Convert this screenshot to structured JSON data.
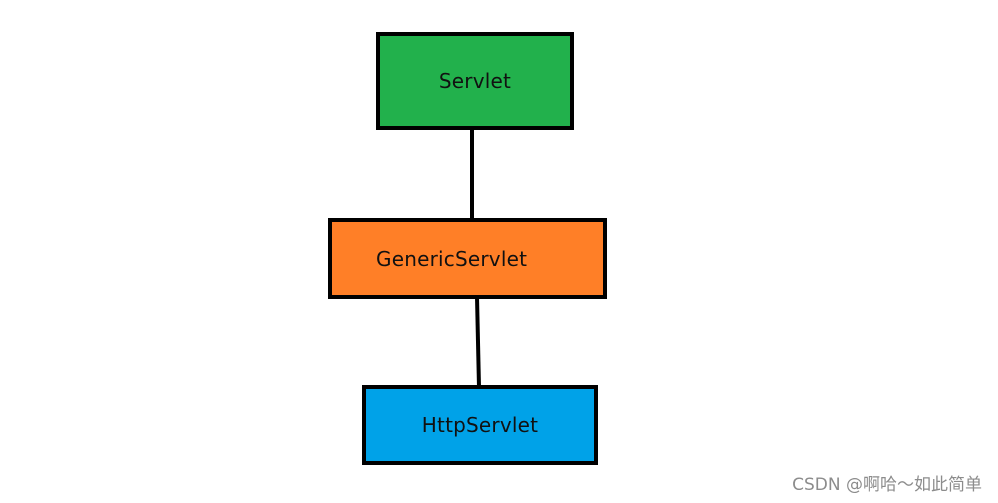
{
  "diagram": {
    "nodes": [
      {
        "id": "servlet",
        "label": "Servlet",
        "color": "#22b14c"
      },
      {
        "id": "generic",
        "label": "GenericServlet",
        "color": "#ff7f27"
      },
      {
        "id": "http",
        "label": "HttpServlet",
        "color": "#00a2e8"
      }
    ],
    "edges": [
      {
        "from": "servlet",
        "to": "generic"
      },
      {
        "from": "generic",
        "to": "http"
      }
    ]
  },
  "watermark": {
    "text": "CSDN @啊哈～如此简单"
  }
}
